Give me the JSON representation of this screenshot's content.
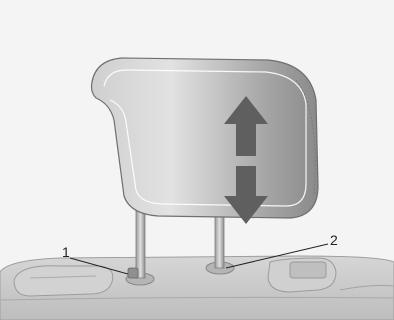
{
  "callouts": [
    {
      "id": "1",
      "label": "1"
    },
    {
      "id": "2",
      "label": "2"
    }
  ],
  "arrows": {
    "up": "arrow-up-icon",
    "down": "arrow-down-icon"
  },
  "colors": {
    "background": "#f4f4f4",
    "headrest_light": "#dcdcdc",
    "headrest_dark": "#8f8f8f",
    "arrow_fill": "#5f5f5f",
    "seat": "#c9c9c9"
  }
}
